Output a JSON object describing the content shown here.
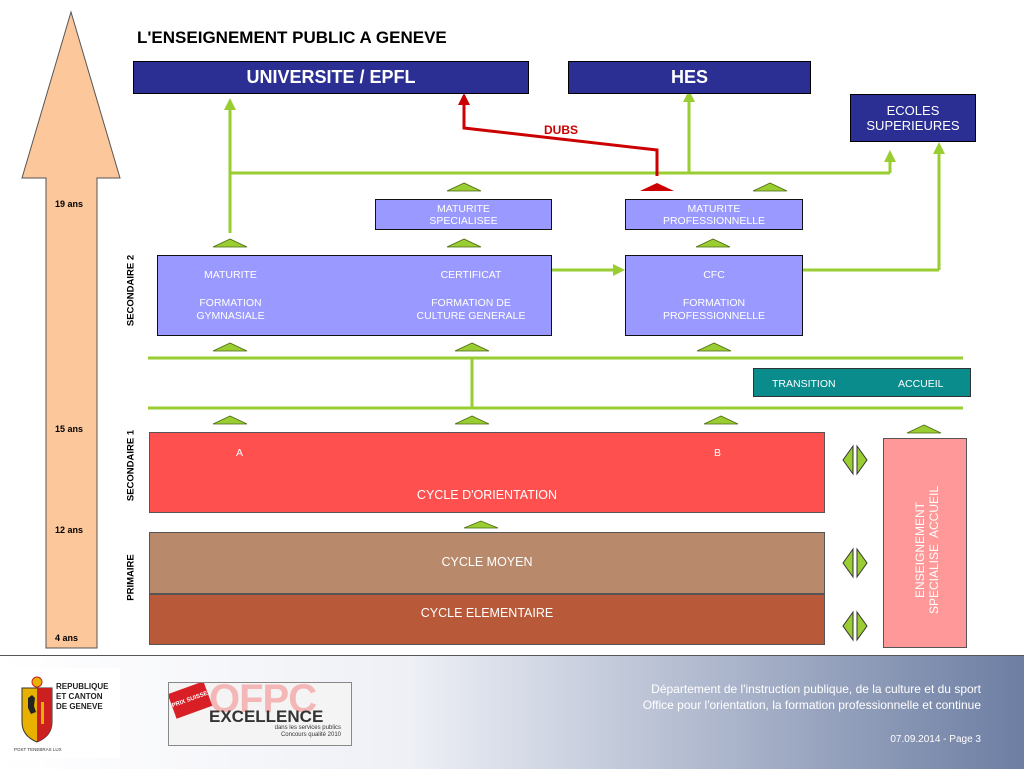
{
  "title": "L'ENSEIGNEMENT PUBLIC A GENEVE",
  "top": {
    "university": "UNIVERSITE / EPFL",
    "hes": "HES",
    "ecoles": [
      "ECOLES",
      "SUPERIEURES"
    ],
    "dubs": "DUBS"
  },
  "ages": [
    "19 ans",
    "15 ans",
    "12 ans",
    "4 ans"
  ],
  "levels": {
    "secondaire2": "SECONDAIRE 2",
    "secondaire1": "SECONDAIRE 1",
    "primaire": "PRIMAIRE"
  },
  "maturite_spec": [
    "MATURITE",
    "SPECIALISEE"
  ],
  "maturite_pro": [
    "MATURITE",
    "PROFESSIONNELLE"
  ],
  "sec2_left": {
    "col1": [
      "MATURITE",
      "FORMATION",
      "GYMNASIALE"
    ],
    "col2": [
      "CERTIFICAT",
      "FORMATION DE",
      "CULTURE GENERALE"
    ]
  },
  "sec2_right": [
    "CFC",
    "FORMATION",
    "PROFESSIONNELLE"
  ],
  "transition": {
    "left": "TRANSITION",
    "right": "ACCUEIL"
  },
  "co": {
    "a": "A",
    "b": "B",
    "label": "CYCLE D'ORIENTATION"
  },
  "cycle_moyen": "CYCLE MOYEN",
  "cycle_elementaire": "CYCLE ELEMENTAIRE",
  "enseignement": [
    "ENSEIGNEMENT",
    "SPECIALISE  ACCUEIL"
  ],
  "footer": {
    "dept": "Département de l'instruction publique, de la culture et du sport",
    "office": "Office pour l'orientation, la formation professionnelle et continue",
    "date_page": "07.09.2014 - Page 3",
    "logo_canton": [
      "REPUBLIQUE",
      "ET CANTON",
      "DE GENEVE"
    ],
    "logo_motto": "POST TENEBRAS LUX",
    "excellence": "EXCELLENCE",
    "excellence_sub": [
      "dans les services publics",
      "Concours qualité 2010"
    ],
    "prix": "PRIX SUISSE",
    "ofpc": "OFPC"
  },
  "colors": {
    "navy": "#2b2f93",
    "lavender": "#9999ff",
    "green": "#9acd32",
    "red": "#cc0000",
    "co_red": "#ff5050",
    "moyen": "#b8896a",
    "elementaire": "#b85a3a",
    "teal": "#0a8c8c",
    "pink": "#ff9999"
  }
}
